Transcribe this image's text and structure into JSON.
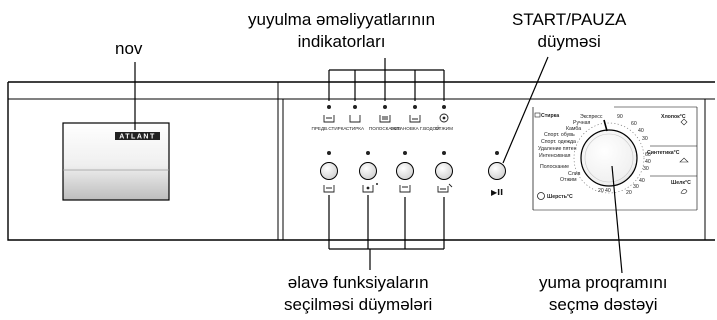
{
  "callouts": {
    "drawer": "nov",
    "indicators_line1": "yuyulma əməliyyatlarının",
    "indicators_line2": "indikatorları",
    "start_line1": "START/PAUZA",
    "start_line2": "düyməsi",
    "function_line1": "əlavə funksiyaların",
    "function_line2": "seçilməsi düymələri",
    "program_line1": "yuma proqramını",
    "program_line2": "seçmə dəstəyi"
  },
  "panel": {
    "brand": "ATLANT",
    "indicator_labels": [
      "ПРЕДВ.СТИРКА",
      "СТИРКА",
      "ПОЛОСКАНИЕ",
      "ОСТАНОВКА Г.ВОДОЙ",
      "ОТЖИМ"
    ],
    "start_symbol": "▶II",
    "dial_groups": {
      "left_top": "Стирка",
      "left_bottom": "Шерсть°C",
      "right_top": "Хлопок°C",
      "right_mid": "Синтетика°C",
      "right_bottom": "Шелк°C"
    },
    "dial_programs_left": [
      "Экспресс",
      "Ручная",
      "Камба",
      "Спорт. обувь",
      "Спорт. одежда",
      "Удаление пятен",
      "Интенсивная",
      "Полоскание",
      "Слив",
      "Отжим"
    ],
    "dial_temps": [
      "90",
      "60",
      "40",
      "30",
      "60",
      "40",
      "30",
      "40",
      "30",
      "20",
      "20",
      "40"
    ]
  }
}
